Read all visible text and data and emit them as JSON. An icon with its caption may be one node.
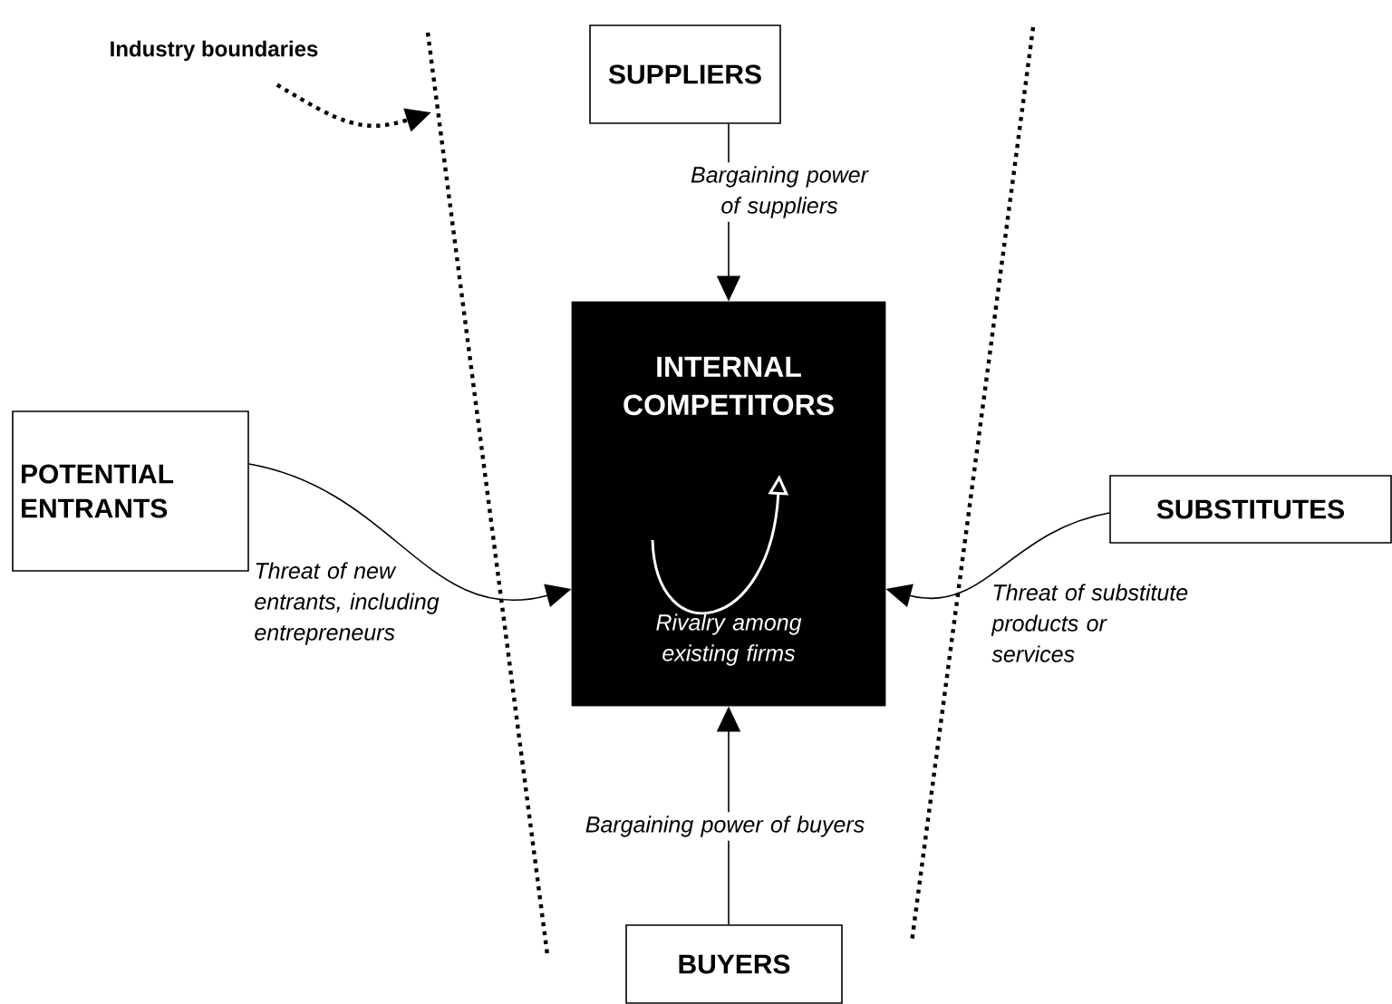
{
  "diagram": {
    "nodes": [
      {
        "text": [
          "SUPPLIERS"
        ]
      },
      {
        "text": [
          "INTERNAL COMPETITORS",
          "Rivalry among existing firms"
        ]
      },
      {
        "text": [
          "POTENTIAL ENTRANTS"
        ]
      },
      {
        "text": [
          "SUBSTITUTES"
        ]
      },
      {
        "text": [
          "BUYERS"
        ]
      },
      {
        "text": [
          "Industry boundaries"
        ]
      }
    ],
    "edges": [
      {
        "from": 0,
        "to": 1,
        "arrow": "to",
        "label": "Bargaining power of suppliers"
      },
      {
        "from": 2,
        "to": 1,
        "arrow": "to",
        "label": "Threat of new entrants, including entrepreneurs"
      },
      {
        "from": 3,
        "to": 1,
        "arrow": "to",
        "label": "Threat of substitute products or services"
      },
      {
        "from": 4,
        "to": 1,
        "arrow": "to",
        "label": "Bargaining power of buyers"
      },
      {
        "from": 5,
        "to": null,
        "arrow": "to",
        "style": "dashed"
      }
    ]
  }
}
